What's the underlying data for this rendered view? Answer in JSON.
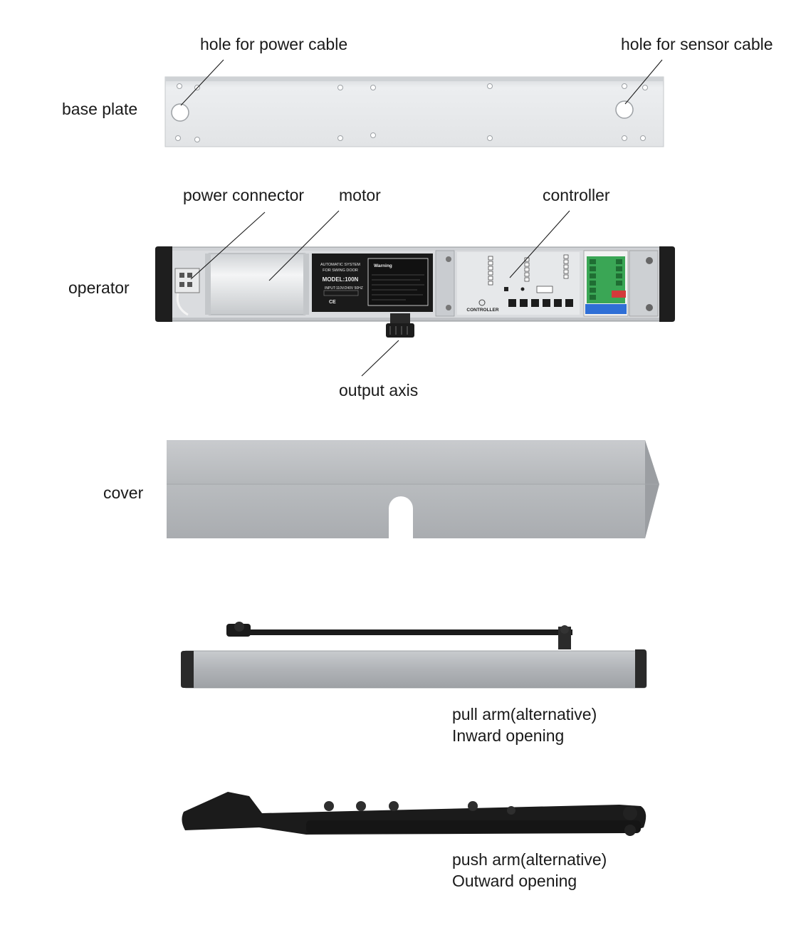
{
  "labels": {
    "hole_power_cable": "hole for power cable",
    "hole_sensor_cable": "hole for sensor cable",
    "base_plate": "base plate",
    "power_connector": "power connector",
    "motor": "motor",
    "controller": "controller",
    "operator": "operator",
    "output_axis": "output axis",
    "cover": "cover",
    "pull_arm_line1": "pull arm(alternative)",
    "pull_arm_line2": "Inward opening",
    "push_arm_line1": "push arm(alternative)",
    "push_arm_line2": "Outward opening"
  },
  "device_panel": {
    "system_line1": "AUTOMATIC SYSTEM",
    "system_line2": "FOR SWING DOOR",
    "model": "MODEL:100N",
    "input": "INPUT:110V/240V 50HZ",
    "marks": "CE",
    "warning_title": "Warning",
    "controller_text": "CONTROLLER"
  },
  "colors": {
    "plate": "#e4e6e8",
    "aluminum": "#aeb1b5",
    "black": "#1b1b1b",
    "terminal_green": "#3aa655",
    "terminal_blue": "#2f6fd6",
    "leader": "#1a1a1a"
  }
}
